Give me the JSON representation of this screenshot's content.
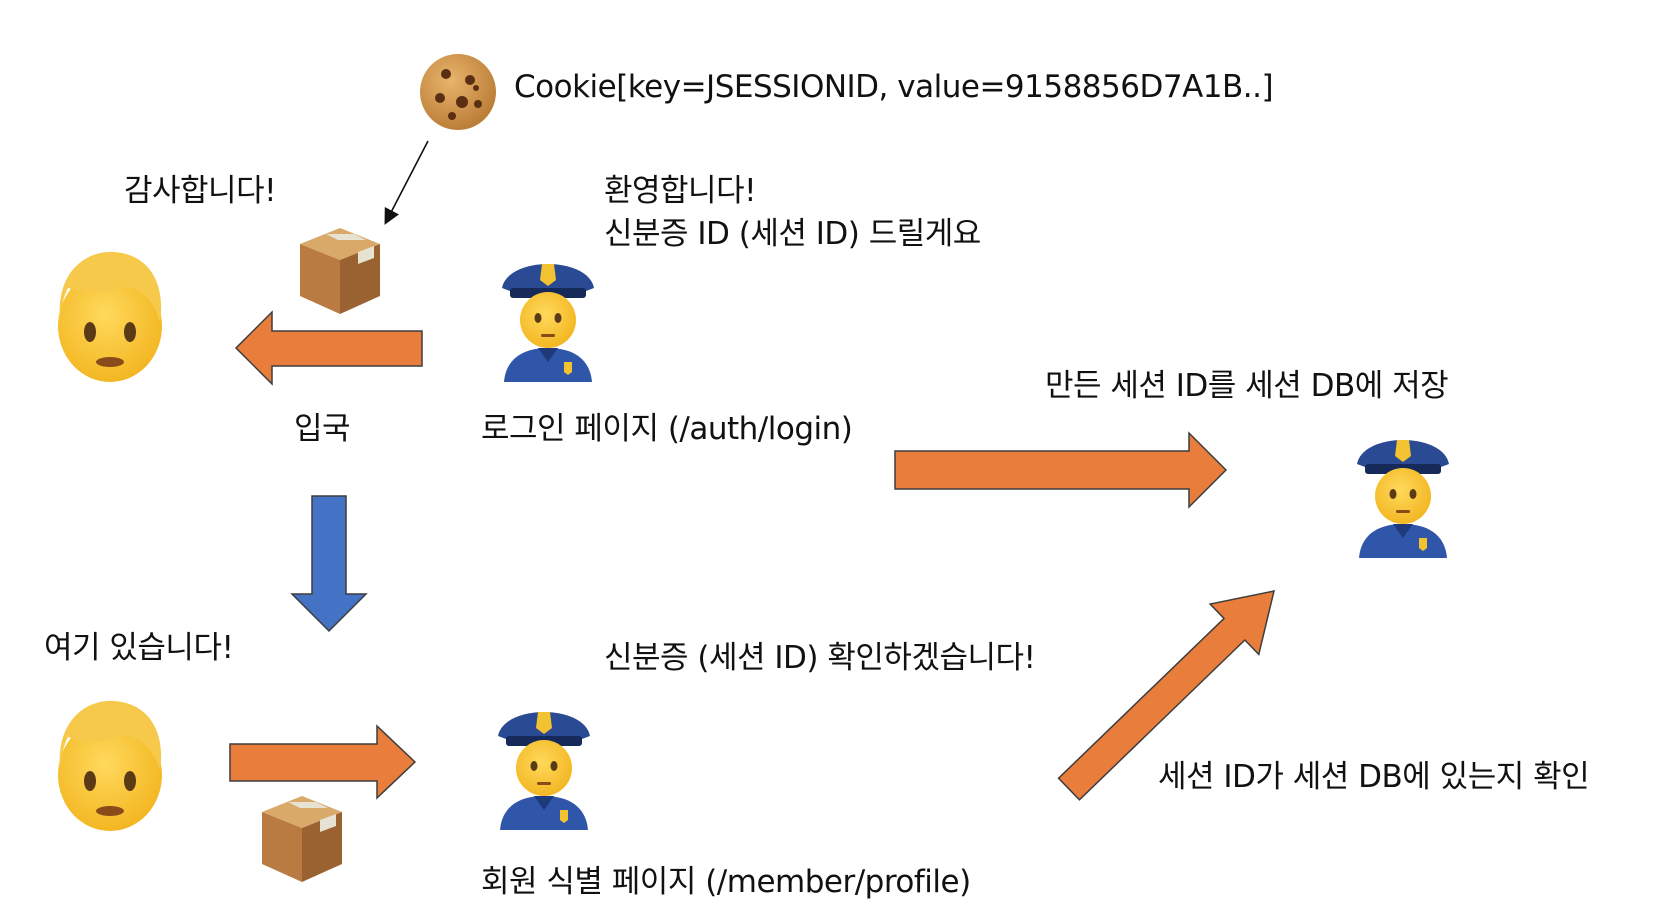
{
  "cookie": {
    "label": "Cookie[key=JSESSIONID, value=9158856D7A1B..]"
  },
  "user_top": {
    "speech": "감사합니다!"
  },
  "login_officer": {
    "speech_line1": "환영합니다!",
    "speech_line2": "신분증 ID (세션 ID) 드릴게요",
    "caption": "로그인 페이지 (/auth/login)"
  },
  "entry": {
    "label": "입국"
  },
  "session_db": {
    "label": "만든 세션 ID를 세션 DB에 저장"
  },
  "user_bottom": {
    "speech": "여기 있습니다!"
  },
  "profile_officer": {
    "speech": "신분증 (세션 ID) 확인하겠습니다!",
    "caption": "회원 식별 페이지 (/member/profile)"
  },
  "verify": {
    "label": "세션 ID가 세션 DB에 있는지 확인"
  },
  "colors": {
    "orange_arrow": "#E97D3B",
    "blue_arrow": "#4472C4"
  },
  "icons": [
    "cookie-icon",
    "package-icon",
    "person-icon",
    "police-officer-icon"
  ]
}
